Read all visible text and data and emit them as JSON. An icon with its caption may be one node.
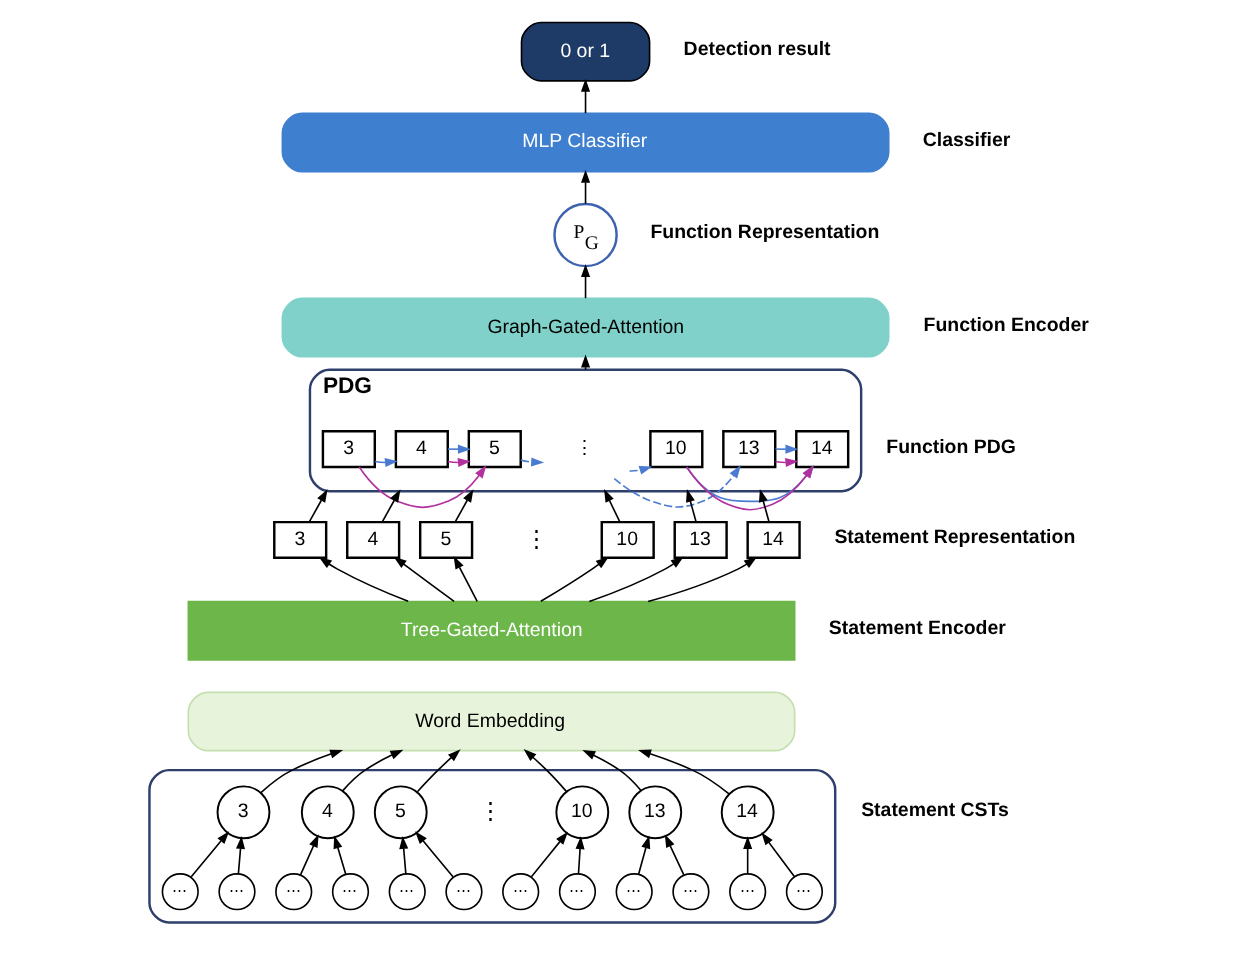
{
  "diagram": {
    "nodes": [
      {
        "text": [
          "0 or 1"
        ]
      },
      {
        "text": [
          "MLP Classifier"
        ]
      },
      {
        "text": [
          "P$_{G}$"
        ]
      },
      {
        "text": [
          "Graph-Gated-Attention"
        ]
      },
      {
        "text": [
          "PDG"
        ]
      },
      {
        "text": [
          "3"
        ],
        "in": 4
      },
      {
        "text": [
          "4"
        ],
        "in": 4
      },
      {
        "text": [
          "5"
        ],
        "in": 4
      },
      {
        "text": [
          "⋮"
        ],
        "in": 4
      },
      {
        "text": [
          "10"
        ],
        "in": 4
      },
      {
        "text": [
          "13"
        ],
        "in": 4
      },
      {
        "text": [
          "14"
        ],
        "in": 4
      },
      {
        "text": [
          "3"
        ]
      },
      {
        "text": [
          "4"
        ]
      },
      {
        "text": [
          "5"
        ]
      },
      {
        "text": [
          "10"
        ]
      },
      {
        "text": [
          "13"
        ]
      },
      {
        "text": [
          "14"
        ]
      },
      {
        "text": [
          "Tree-Gated-Attention"
        ]
      },
      {
        "text": [
          "Word Embedding"
        ]
      },
      {
        "text": [],
        "shape": "box"
      },
      {
        "text": [
          "3"
        ],
        "in": 20
      },
      {
        "text": [
          "4"
        ],
        "in": 20
      },
      {
        "text": [
          "5"
        ],
        "in": 20
      },
      {
        "text": [
          "10"
        ],
        "in": 20
      },
      {
        "text": [
          "13"
        ],
        "in": 20
      },
      {
        "text": [
          "14"
        ],
        "in": 20
      },
      {
        "text": [
          "⋯"
        ],
        "in": 20
      },
      {
        "text": [
          "⋯"
        ],
        "in": 20
      },
      {
        "text": [
          "⋯"
        ],
        "in": 20
      },
      {
        "text": [
          "⋯"
        ],
        "in": 20
      },
      {
        "text": [
          "⋯"
        ],
        "in": 20
      },
      {
        "text": [
          "⋯"
        ],
        "in": 20
      },
      {
        "text": [
          "⋯"
        ],
        "in": 20
      },
      {
        "text": [
          "⋯"
        ],
        "in": 20
      },
      {
        "text": [
          "⋯"
        ],
        "in": 20
      },
      {
        "text": [
          "⋯"
        ],
        "in": 20
      },
      {
        "text": [
          "⋯"
        ],
        "in": 20
      },
      {
        "text": [
          "⋯"
        ],
        "in": 20
      }
    ],
    "edges": [
      {
        "from": 1,
        "to": 0,
        "arrow": "to"
      },
      {
        "from": 2,
        "to": 1,
        "arrow": "to"
      },
      {
        "from": 3,
        "to": 2,
        "arrow": "to"
      },
      {
        "from": 4,
        "to": 3,
        "arrow": "to"
      },
      {
        "from": 5,
        "to": 6,
        "arrow": "to",
        "color": "#4a7bd0"
      },
      {
        "from": 6,
        "to": 7,
        "arrow": "to",
        "color": "#4a7bd0"
      },
      {
        "from": 7,
        "to": 8,
        "arrow": "to",
        "style": "dashed",
        "color": "#4a7bd0"
      },
      {
        "from": 8,
        "to": 9,
        "arrow": "to",
        "style": "dashed",
        "color": "#4a7bd0"
      },
      {
        "from": 8,
        "to": 10,
        "arrow": "to",
        "style": "dashed",
        "color": "#4a7bd0"
      },
      {
        "from": 9,
        "to": 11,
        "arrow": "to",
        "color": "#4a7bd0"
      },
      {
        "from": 10,
        "to": 11,
        "arrow": "to",
        "color": "#4a7bd0"
      },
      {
        "from": 5,
        "to": 7,
        "arrow": "to",
        "color": "#b2309e"
      },
      {
        "from": 6,
        "to": 7,
        "arrow": "to",
        "color": "#b2309e"
      },
      {
        "from": 9,
        "to": 11,
        "arrow": "to",
        "color": "#b2309e"
      },
      {
        "from": 10,
        "to": 11,
        "arrow": "to",
        "color": "#b2309e"
      },
      {
        "from": 12,
        "to": 4,
        "arrow": "to"
      },
      {
        "from": 13,
        "to": 4,
        "arrow": "to"
      },
      {
        "from": 14,
        "to": 4,
        "arrow": "to"
      },
      {
        "from": 15,
        "to": 4,
        "arrow": "to"
      },
      {
        "from": 16,
        "to": 4,
        "arrow": "to"
      },
      {
        "from": 17,
        "to": 4,
        "arrow": "to"
      },
      {
        "from": 18,
        "to": 12,
        "arrow": "to"
      },
      {
        "from": 18,
        "to": 13,
        "arrow": "to"
      },
      {
        "from": 18,
        "to": 14,
        "arrow": "to"
      },
      {
        "from": 18,
        "to": 15,
        "arrow": "to"
      },
      {
        "from": 18,
        "to": 16,
        "arrow": "to"
      },
      {
        "from": 18,
        "to": 17,
        "arrow": "to"
      },
      {
        "from": 21,
        "to": 19,
        "arrow": "to"
      },
      {
        "from": 22,
        "to": 19,
        "arrow": "to"
      },
      {
        "from": 23,
        "to": 19,
        "arrow": "to"
      },
      {
        "from": 24,
        "to": 19,
        "arrow": "to"
      },
      {
        "from": 25,
        "to": 19,
        "arrow": "to"
      },
      {
        "from": 26,
        "to": 19,
        "arrow": "to"
      },
      {
        "from": 27,
        "to": 21,
        "arrow": "to"
      },
      {
        "from": 28,
        "to": 21,
        "arrow": "to"
      },
      {
        "from": 29,
        "to": 22,
        "arrow": "to"
      },
      {
        "from": 30,
        "to": 22,
        "arrow": "to"
      },
      {
        "from": 31,
        "to": 23,
        "arrow": "to"
      },
      {
        "from": 32,
        "to": 23,
        "arrow": "to"
      },
      {
        "from": 33,
        "to": 24,
        "arrow": "to"
      },
      {
        "from": 34,
        "to": 24,
        "arrow": "to"
      },
      {
        "from": 35,
        "to": 25,
        "arrow": "to"
      },
      {
        "from": 36,
        "to": 25,
        "arrow": "to"
      },
      {
        "from": 37,
        "to": 26,
        "arrow": "to"
      },
      {
        "from": 38,
        "to": 26,
        "arrow": "to"
      }
    ],
    "labels": [
      "Detection result",
      "Classifier",
      "Function Representation",
      "Function Encoder",
      "Function PDG",
      "⋮",
      "Statement Representation",
      "Statement Encoder",
      "⋮",
      "Statement CSTs"
    ]
  }
}
